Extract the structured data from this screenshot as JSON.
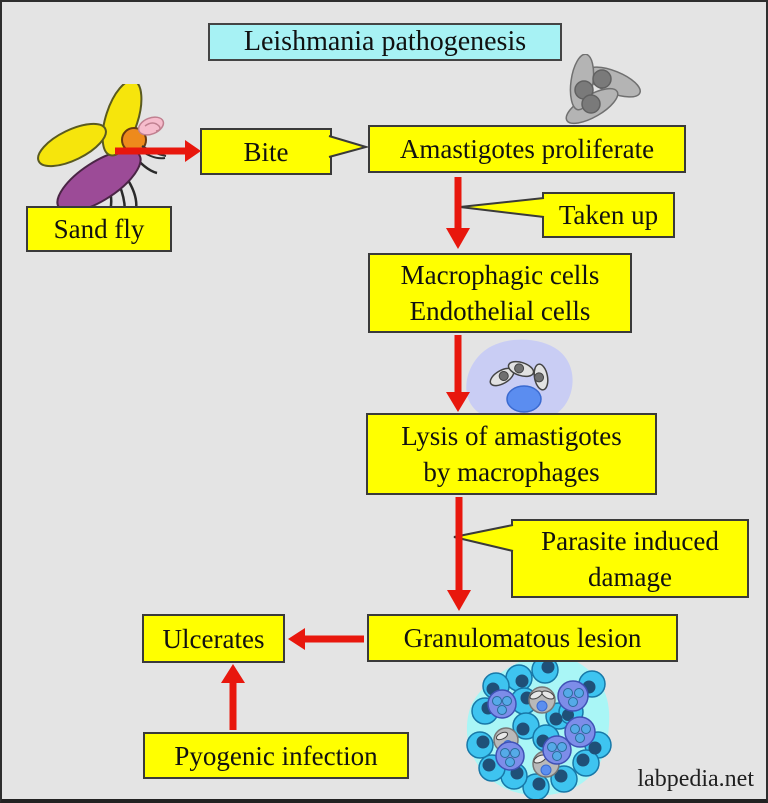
{
  "title": "Leishmania pathogenesis",
  "watermark": "labpedia.net",
  "nodes": {
    "sand_fly": "Sand fly",
    "bite": "Bite",
    "amastigotes_proliferate": "Amastigotes proliferate",
    "taken_up": "Taken up",
    "macrophagic_cells": "Macrophagic cells\nEndothelial cells",
    "lysis": "Lysis of amastigotes\nby macrophages",
    "parasite_damage": "Parasite induced\ndamage",
    "granulomatous_lesion": "Granulomatous lesion",
    "ulcerates": "Ulcerates",
    "pyogenic_infection": "Pyogenic infection"
  },
  "icons": {
    "sand_fly_icon": "sand fly insect",
    "amastigote_cluster_icon": "cluster of three amastigotes",
    "macrophage_icon": "macrophage engulfing amastigotes",
    "granuloma_icon": "granulomatous lesion cell cluster"
  },
  "colors": {
    "background": "#e4e4e4",
    "node_fill": "#ffff00",
    "node_border": "#3a3a3a",
    "title_fill": "#a7f2f4",
    "arrow": "#e8170d",
    "text": "#111111"
  }
}
